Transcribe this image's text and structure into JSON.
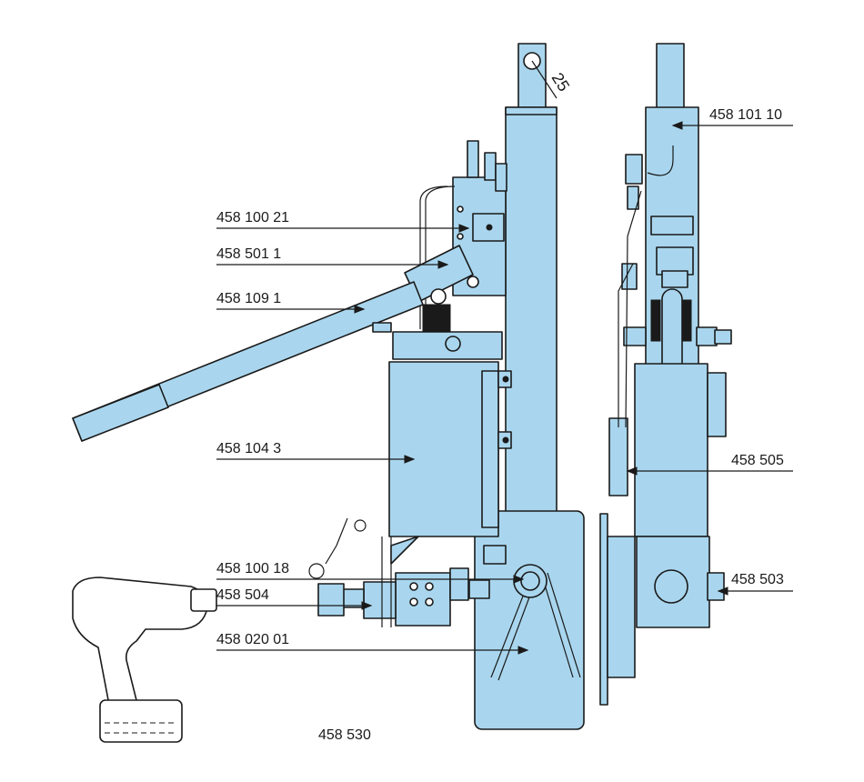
{
  "labels": {
    "dim_25": "25",
    "p_458_101_10": "458 101 10",
    "p_458_100_21": "458 100 21",
    "p_458_501_1": "458 501 1",
    "p_458_109_1": "458 109 1",
    "p_458_104_3": "458 104 3",
    "p_458_505": "458 505",
    "p_458_100_18": "458 100 18",
    "p_458_504": "458 504",
    "p_458_503": "458 503",
    "p_458_020_01": "458 020 01",
    "p_458_530": "458 530"
  },
  "colors": {
    "part_fill": "#a9d6ee",
    "outline": "#1a1a1a"
  }
}
